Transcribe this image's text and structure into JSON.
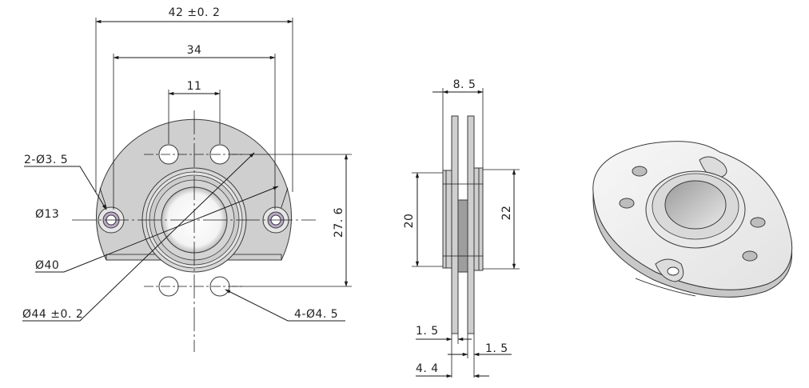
{
  "front_view": {
    "dim_overall_width": "42 ±0. 2",
    "dim_slot_span": "34",
    "dim_hole_spacing": "11",
    "dim_height": "27. 6",
    "label_slot_holes": "2-Ø3. 5",
    "label_counterbore": "Ø13",
    "label_inner_diameter": "Ø40",
    "label_outer_diameter": "Ø44 ±0. 2",
    "label_mount_holes": "4-Ø4. 5"
  },
  "side_view": {
    "dim_total_thickness": "8. 5",
    "dim_left_boss": "20",
    "dim_right_boss": "22",
    "dim_plate_left": "1. 5",
    "dim_plate_right": "1. 5",
    "dim_gap": "4. 4"
  },
  "colors": {
    "part_fill": "#cfcfcf",
    "part_stroke": "#3a3a3a",
    "dimension_line": "#1a1a1a",
    "slot_hole_tint": "#b8a8c4"
  }
}
